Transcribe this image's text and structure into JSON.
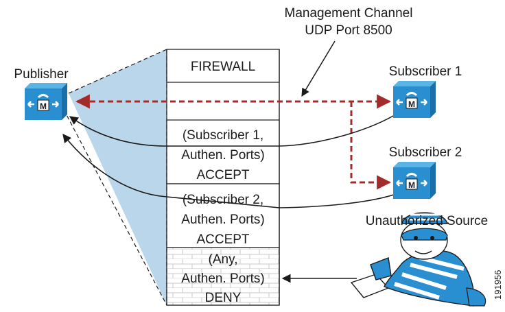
{
  "annotation": {
    "line1": "Management Channel",
    "line2": "UDP Port 8500"
  },
  "nodes": {
    "publisher": "Publisher",
    "subscriber1": "Subscriber 1",
    "subscriber2": "Subscriber 2",
    "unauthorized": "Unauthorized Source",
    "device_badge": "M"
  },
  "firewall": {
    "title": "FIREWALL",
    "rules": [
      {
        "lines": [
          "(Subscriber 1,",
          "Authen. Ports)",
          "ACCEPT"
        ]
      },
      {
        "lines": [
          "(Subscriber 2,",
          "Authen. Ports)",
          "ACCEPT"
        ]
      },
      {
        "lines": [
          "(Any,",
          "Authen. Ports)",
          "DENY"
        ]
      }
    ]
  },
  "figure_id": "191956",
  "colors": {
    "device_fill": "#2a8fd1",
    "device_dark": "#1b6fa8",
    "firewall_shade": "#b9d6eb",
    "management_arrow": "#a52a2a",
    "line": "#1a1a1a"
  }
}
